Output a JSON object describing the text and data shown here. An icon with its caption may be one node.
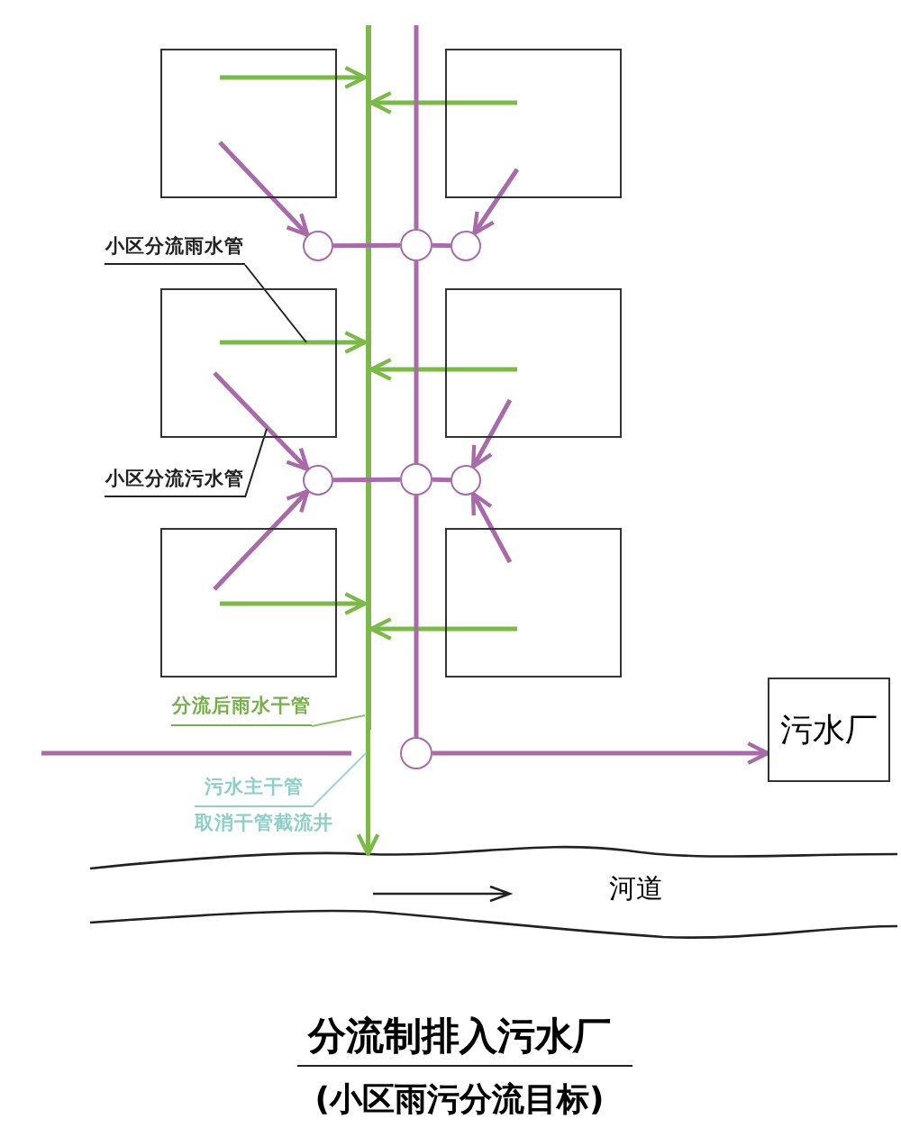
{
  "diagram": {
    "title": "分流制排入污水厂",
    "caption": "(小区雨污分流目标)",
    "nodes": [
      {
        "text": [],
        "shape": "box"
      },
      {
        "text": [],
        "shape": "box"
      },
      {
        "text": [],
        "shape": "box"
      },
      {
        "text": [],
        "shape": "box"
      },
      {
        "text": [],
        "shape": "box"
      },
      {
        "text": [],
        "shape": "box"
      },
      {
        "text": [],
        "shape": "bar"
      },
      {
        "text": [],
        "shape": "circle"
      },
      {
        "text": [],
        "shape": "circle"
      },
      {
        "text": [],
        "shape": "circle"
      },
      {
        "text": [],
        "shape": "circle"
      },
      {
        "text": [],
        "shape": "circle"
      },
      {
        "text": [],
        "shape": "circle"
      },
      {
        "text": [],
        "shape": "circle"
      },
      {
        "text": [
          "污水厂"
        ]
      },
      {
        "text": [
          "河道"
        ]
      },
      {
        "text": [
          "小区分流雨水管"
        ]
      },
      {
        "text": [
          "小区分流污水管"
        ]
      },
      {
        "text": [
          "分流后雨水干管"
        ]
      },
      {
        "text": [
          "污水主干管",
          "取消干管截流井"
        ]
      }
    ],
    "edges": [
      {
        "from": 0,
        "to": 6,
        "arrow": "to",
        "color": "#7cb94a"
      },
      {
        "from": 1,
        "to": 6,
        "arrow": "to",
        "color": "#7cb94a"
      },
      {
        "from": 2,
        "to": 6,
        "arrow": "to",
        "color": "#7cb94a"
      },
      {
        "from": 3,
        "to": 6,
        "arrow": "to",
        "color": "#7cb94a"
      },
      {
        "from": 4,
        "to": 6,
        "arrow": "to",
        "color": "#7cb94a"
      },
      {
        "from": 5,
        "to": 6,
        "arrow": "to",
        "color": "#7cb94a"
      },
      {
        "from": 0,
        "to": 7,
        "arrow": "to"
      },
      {
        "from": 1,
        "to": 9,
        "arrow": "to"
      },
      {
        "from": 2,
        "to": 10,
        "arrow": "to"
      },
      {
        "from": 3,
        "to": 12,
        "arrow": "to"
      },
      {
        "from": 4,
        "to": 10,
        "arrow": "to"
      },
      {
        "from": 5,
        "to": 12,
        "arrow": "to"
      },
      {
        "from": 7,
        "to": 8,
        "arrow": "none"
      },
      {
        "from": 8,
        "to": 9,
        "arrow": "none"
      },
      {
        "from": 10,
        "to": 11,
        "arrow": "none"
      },
      {
        "from": 11,
        "to": 12,
        "arrow": "none"
      },
      {
        "from": null,
        "to": 8,
        "arrow": "none"
      },
      {
        "from": 8,
        "to": 11,
        "arrow": "none"
      },
      {
        "from": 11,
        "to": 13,
        "arrow": "none"
      },
      {
        "from": null,
        "to": 13,
        "arrow": "none"
      },
      {
        "from": 13,
        "to": 14,
        "arrow": "to"
      },
      {
        "from": 6,
        "to": 15,
        "arrow": "to",
        "color": "#7cb94a"
      },
      {
        "from": 16,
        "to": 2,
        "arrow": "none",
        "color": "#222222"
      },
      {
        "from": 17,
        "to": 2,
        "arrow": "none",
        "color": "#222222"
      },
      {
        "from": 18,
        "to": 6,
        "arrow": "none",
        "color": "#8fbf70"
      },
      {
        "from": 19,
        "to": null,
        "arrow": "none",
        "color": "#9fd3cc"
      }
    ]
  }
}
